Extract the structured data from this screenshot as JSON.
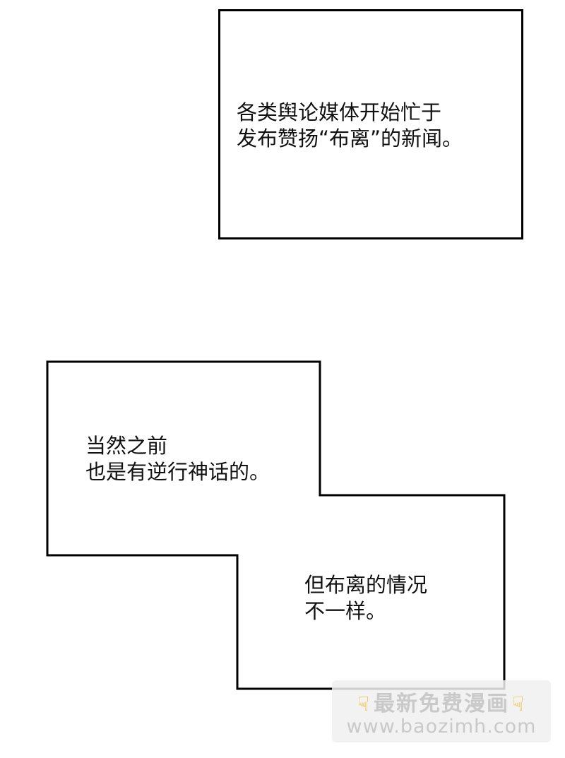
{
  "captions": [
    {
      "text": "各类舆论媒体开始忙于\n发布赞扬“布离”的新闻。"
    },
    {
      "text": "当然之前\n也是有逆行神话的。"
    },
    {
      "text": "但布离的情况\n不一样。"
    }
  ],
  "watermark": {
    "title": "最新免费漫画",
    "url": "www.baozimh.com",
    "hand_icon": "pointing-down-hand-icon",
    "hand_color": "#f2b21b"
  },
  "colors": {
    "border": "#000000",
    "background": "#ffffff",
    "text": "#111111"
  }
}
